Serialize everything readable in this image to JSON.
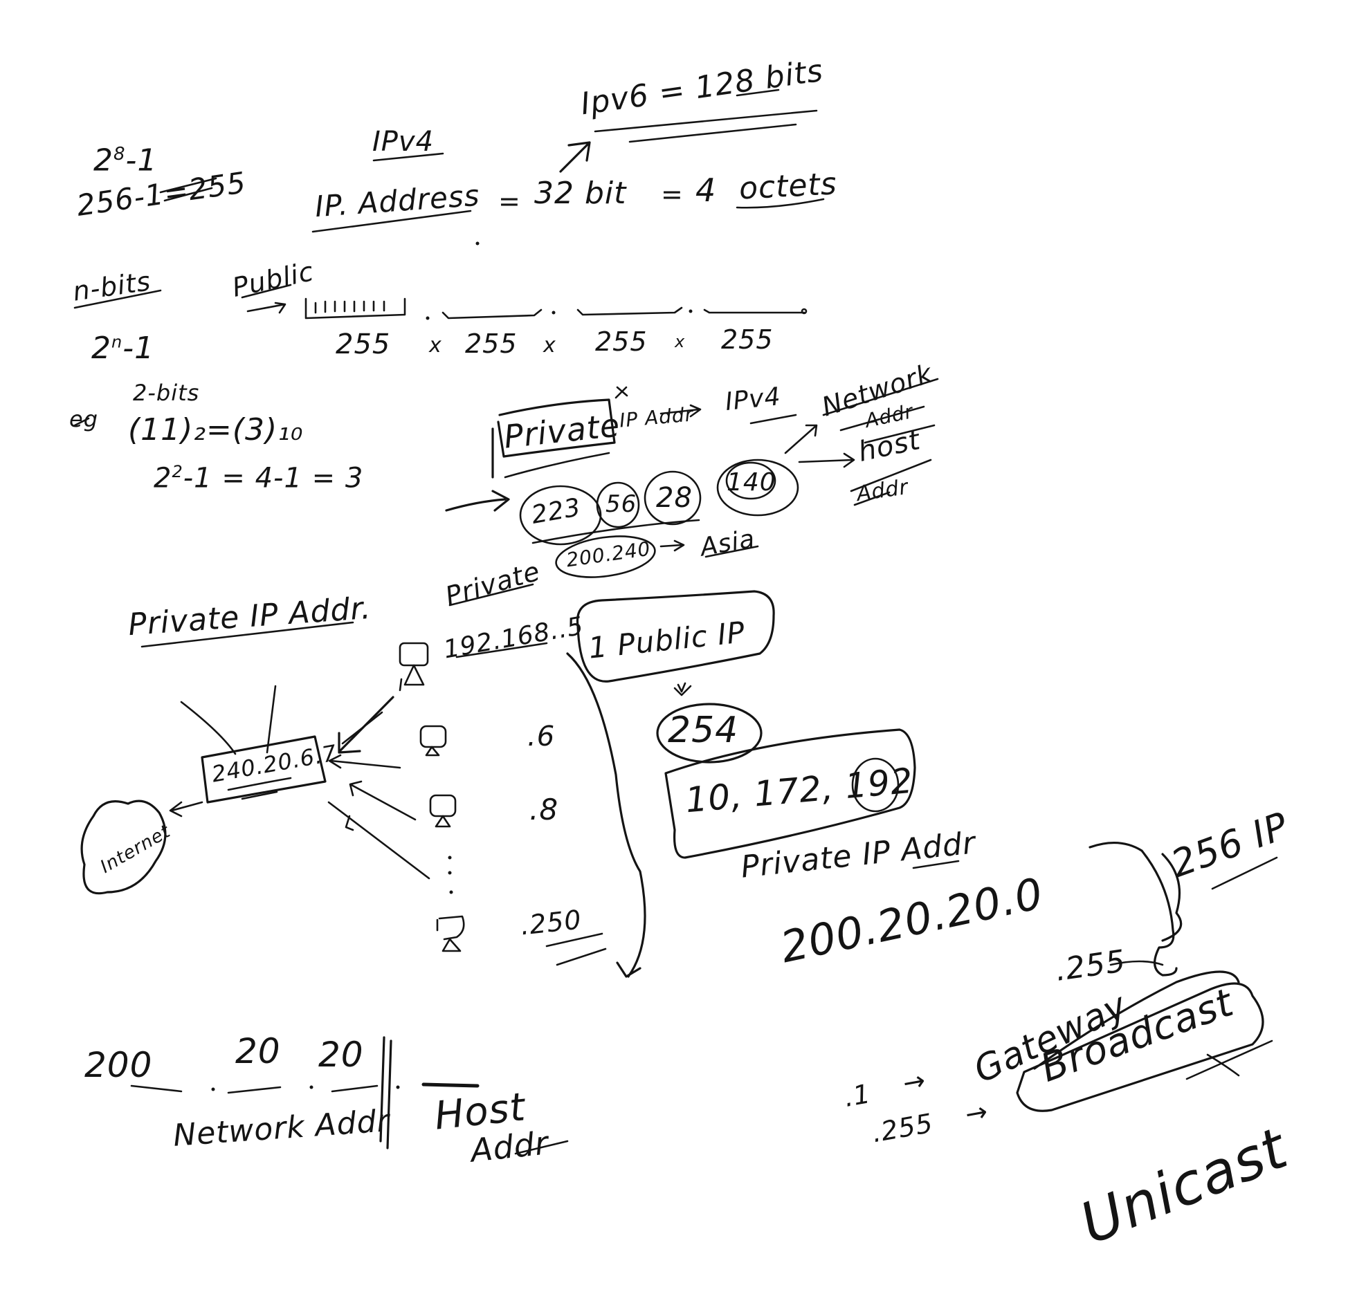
{
  "notes": {
    "pow_example": {
      "base": "2",
      "exp": "8",
      "rest": "-1",
      "line2": "256-1=255"
    },
    "ipv6": "Ipv6 = 128 bits",
    "ipv4": "IPv4",
    "ip_address": "IP. Address",
    "eq1": "=",
    "bits32": "32 bit",
    "eq2": "=",
    "four": "4",
    "octets": "octets",
    "n_bits": "n-bits",
    "two_n": {
      "base": "2",
      "exp": "n",
      "rest": "-1"
    },
    "public": "Public",
    "octet_values": [
      "255",
      "255",
      "255",
      "255"
    ],
    "times": [
      "x",
      "x",
      "x"
    ],
    "eg": "eg",
    "two_bits": "2-bits",
    "binary_eq": "(11)₂=(3)₁₀",
    "two_sq": {
      "base": "2",
      "exp": "2",
      "rest": "-1 = 4-1 = 3"
    },
    "private_box": "Private",
    "ip_addr_small": "IP Addr",
    "ipv4_right": "IPv4",
    "network_addr": "Network",
    "addr1": "Addr",
    "host": "host",
    "addr2": "Addr",
    "octet_circles": [
      "223",
      "56",
      "28",
      "140"
    ],
    "private_label": "Private",
    "asia_circle": "200.240",
    "asia": "Asia",
    "private_ip_title": "Private IP Addr.",
    "router_ip": "240.20.6.7",
    "internet": "Internet",
    "ip_192": "192.168..5",
    "host_6": ".6",
    "host_8": ".8",
    "host_250": ".250",
    "public_ip": "1 Public IP",
    "two54": "254",
    "private_ranges": "10, 172, 192",
    "private_ip_addr": "Private IP Addr",
    "ip_200_0": "200.20.20.0",
    "ip_255": ".255",
    "ip_256": "256 IP",
    "gateway": "Gateway",
    "broadcast": "Broadcast",
    "dot1": ".1",
    "arrow1": "→",
    "dot255": ".255",
    "arrow2": "→",
    "unicast": "Unicast",
    "net_200": "200",
    "net_20a": "20",
    "net_20b": "20",
    "network_addr_bottom": "Network Addr",
    "host_addr_bottom": "Host",
    "addr_bottom": "Addr"
  }
}
